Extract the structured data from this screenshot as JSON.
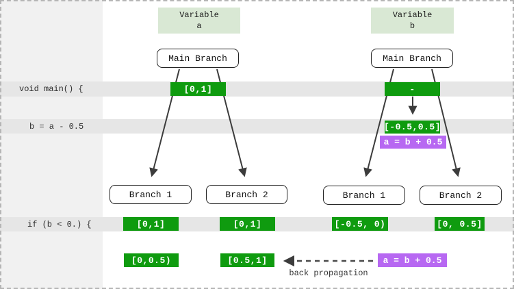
{
  "code_panel": {
    "rows": [
      {
        "label": "void main() {"
      },
      {
        "label": "b = a - 0.5"
      },
      {
        "label": "if (b < 0.) {"
      }
    ]
  },
  "variable_a": {
    "header_line1": "Variable",
    "header_line2": "a",
    "main_branch_label": "Main Branch",
    "main_interval": "[0,1]",
    "branch1_label": "Branch 1",
    "branch2_label": "Branch 2",
    "branch1_if_interval": "[0,1]",
    "branch2_if_interval": "[0,1]",
    "branch1_result_interval": "[0,0.5)",
    "branch2_result_interval": "[0.5,1]"
  },
  "variable_b": {
    "header_line1": "Variable",
    "header_line2": "b",
    "main_branch_label": "Main Branch",
    "main_interval": "-",
    "assigned_interval": "[-0.5,0.5]",
    "assign_expr": "a = b + 0.5",
    "branch1_label": "Branch 1",
    "branch2_label": "Branch 2",
    "branch1_if_interval": "[-0.5, 0)",
    "branch2_if_interval": "[0, 0.5]"
  },
  "back_propagation": {
    "label": "back propagation",
    "expr": "a = b + 0.5"
  },
  "colors": {
    "interval_green": "#0f9b0f",
    "expr_purple": "#b768f2",
    "header_light_green": "#d9e8d4",
    "code_band_gray": "#e6e6e6",
    "code_panel_gray": "#f1f1f1",
    "line_gray": "#3c3c3c"
  }
}
